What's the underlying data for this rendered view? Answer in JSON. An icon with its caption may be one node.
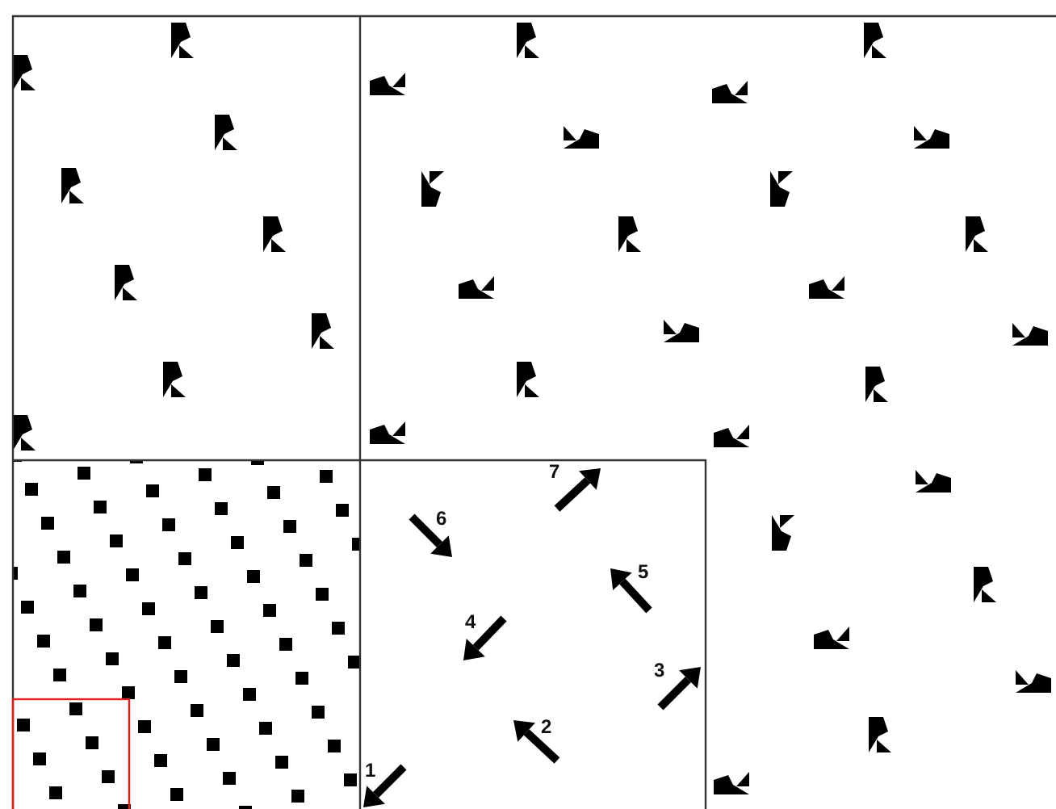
{
  "diagram": {
    "labels": [
      "7",
      "6",
      "5",
      "4",
      "3",
      "2",
      "1"
    ]
  }
}
